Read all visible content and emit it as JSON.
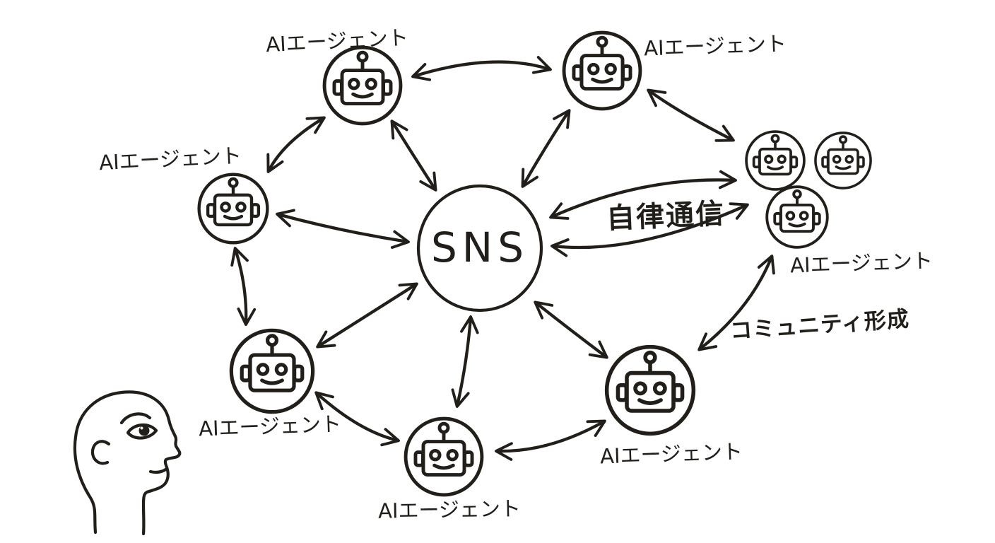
{
  "diagram": {
    "center": {
      "label": "SNS"
    },
    "agents": [
      {
        "id": "top-left",
        "label": "AIエージェント"
      },
      {
        "id": "top-right",
        "label": "AIエージェント"
      },
      {
        "id": "left",
        "label": "AIエージェント"
      },
      {
        "id": "cluster",
        "label": "AIエージェント"
      },
      {
        "id": "bottom-left",
        "label": "AIエージェント"
      },
      {
        "id": "bottom-center",
        "label": "AIエージェント"
      },
      {
        "id": "bottom-right",
        "label": "AIエージェント"
      }
    ],
    "annotations": [
      {
        "id": "autonomous-communication",
        "label": "自律通信"
      },
      {
        "id": "community-formation",
        "label": "コミュニティ形成"
      }
    ],
    "icons": {
      "robot": "robot-icon",
      "human_head": "human-head-icon"
    },
    "colors": {
      "ink": "#221f1b",
      "paper": "#f3eee1"
    }
  }
}
